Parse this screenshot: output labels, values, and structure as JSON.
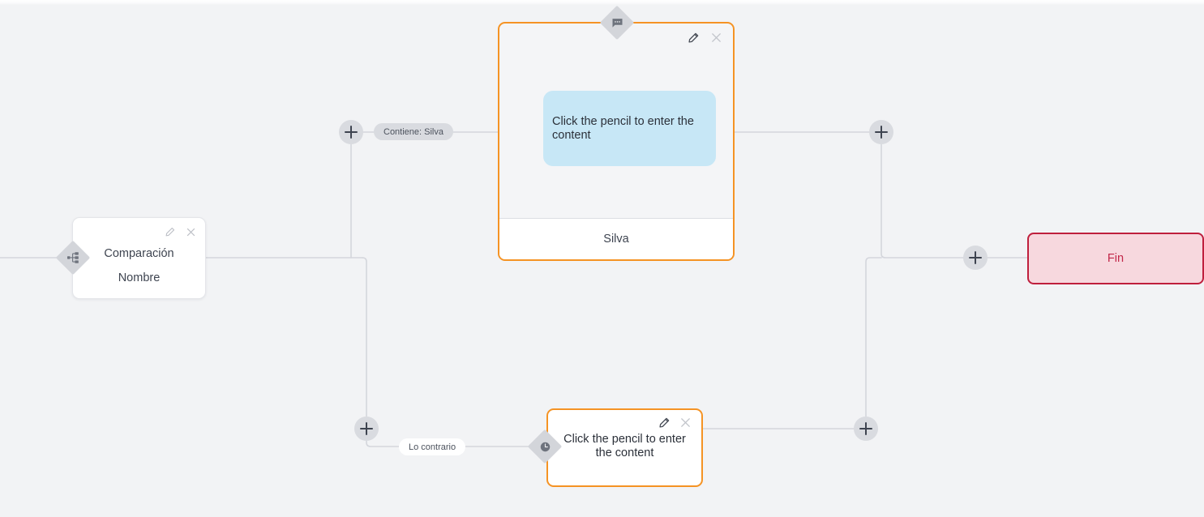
{
  "canvas": {
    "background_color": "#f2f3f5",
    "connector_color": "#d4d6dc"
  },
  "nodes": [
    {
      "id": "comparacion",
      "type": "condition",
      "badge_icon": "sitemap-branch-icon",
      "title": "Comparación",
      "subtitle": "Nombre",
      "edit_label": "pencil-icon",
      "close_label": "close-icon",
      "border_color": "#e4e5e9",
      "fill_color": "#ffffff"
    },
    {
      "id": "message",
      "type": "message",
      "badge_icon": "chat-bubble-icon",
      "bubble_text": "Click the pencil to enter the content",
      "footer_text": "Silva",
      "edit_label": "pencil-icon",
      "close_label": "close-icon",
      "border_color": "#f59324",
      "bubble_color": "#c7e7f6"
    },
    {
      "id": "wait",
      "type": "wait",
      "badge_icon": "clock-icon",
      "body_text": "Click the pencil to enter the content",
      "edit_label": "pencil-icon",
      "close_label": "close-icon",
      "border_color": "#f59324",
      "fill_color": "#ffffff"
    },
    {
      "id": "fin",
      "type": "end",
      "label": "Fin",
      "border_color": "#bf1f3d",
      "fill_color": "#f7d8de",
      "text_color": "#c2284a"
    }
  ],
  "edge_labels": {
    "true_branch": "Contiene: Silva",
    "false_branch": "Lo contrario"
  },
  "add_buttons": [
    {
      "id": "add-true-branch",
      "icon": "plus-icon"
    },
    {
      "id": "add-false-branch",
      "icon": "plus-icon"
    },
    {
      "id": "add-after-message",
      "icon": "plus-icon"
    },
    {
      "id": "add-after-wait",
      "icon": "plus-icon"
    },
    {
      "id": "add-before-fin",
      "icon": "plus-icon"
    }
  ]
}
